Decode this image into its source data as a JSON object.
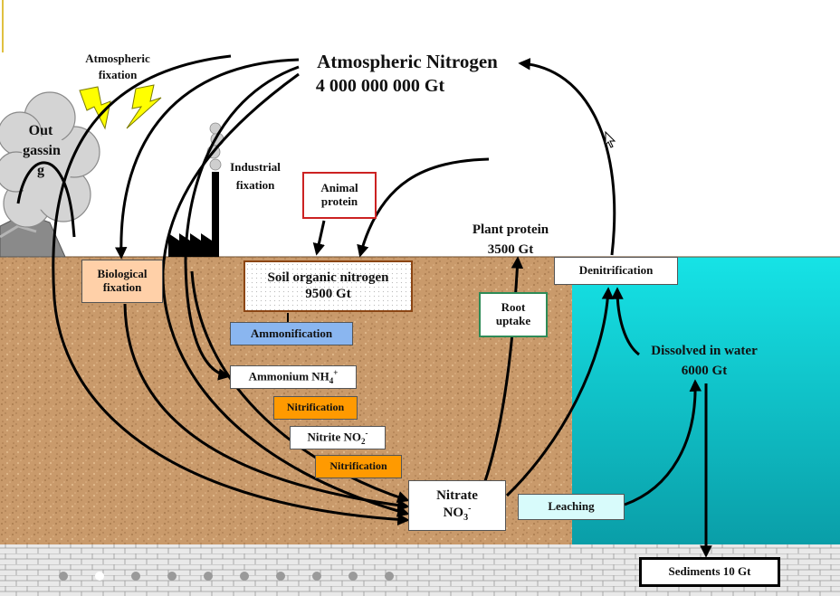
{
  "atmosphere": {
    "title": "Atmospheric Nitrogen",
    "amount": "4 000 000 000 Gt"
  },
  "labels": {
    "atmospheric_fixation_1": "Atmospheric",
    "atmospheric_fixation_2": "fixation",
    "out_gassing_1": "Out",
    "out_gassing_2": "gassin",
    "out_gassing_3": "g",
    "industrial_fixation_1": "Industrial",
    "industrial_fixation_2": "fixation",
    "plant_protein_1": "Plant protein",
    "plant_protein_2": "3500 Gt",
    "dissolved_1": "Dissolved in water",
    "dissolved_2": "6000 Gt"
  },
  "boxes": {
    "animal_protein_1": "Animal",
    "animal_protein_2": "protein",
    "biological_fixation_1": "Biological",
    "biological_fixation_2": "fixation",
    "soil_organic_1": "Soil organic nitrogen",
    "soil_organic_2": "9500 Gt",
    "ammonification": "Ammonification",
    "ammonium": "Ammonium NH",
    "ammonium_sub": "4",
    "ammonium_sup": "+",
    "nitrification_1": "Nitrification",
    "nitrite": "Nitrite NO",
    "nitrite_sub": "2",
    "nitrite_sup": "-",
    "nitrification_2": "Nitrification",
    "nitrate_1": "Nitrate",
    "nitrate_2": "NO",
    "nitrate_sub": "3",
    "nitrate_sup": "-",
    "root_uptake_1": "Root",
    "root_uptake_2": "uptake",
    "denitrification": "Denitrification",
    "leaching": "Leaching",
    "sediments": "Sediments 10 Gt"
  },
  "colors": {
    "soil": "#c99a6b",
    "water": "#0fd6dc",
    "bedrock": "#e4e4e4",
    "animal_border": "#cc2222",
    "root_border": "#2e8b57",
    "soil_box_border": "#8b4513",
    "biological_fill": "#ffd0a8",
    "ammonification_fill": "#8ab6f0",
    "nitrification_fill": "#ff9a00",
    "leaching_fill": "#d8fbfb"
  },
  "icons": [
    "lightning-bolt-icon",
    "volcano-icon",
    "factory-icon",
    "mouse-cursor-icon"
  ]
}
